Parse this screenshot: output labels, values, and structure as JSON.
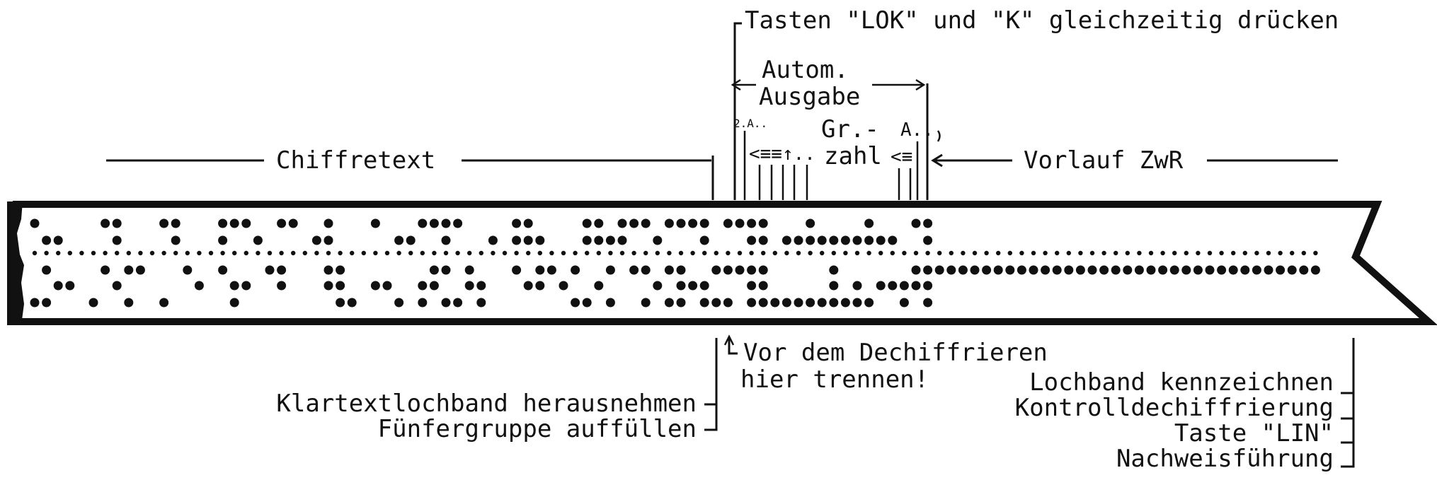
{
  "labels": {
    "press_keys": "Tasten \"LOK\" und \"K\" gleichzeitig drücken",
    "autom_line1": "Autom.",
    "autom_line2": "Ausgabe",
    "gr_line1": "Gr.-",
    "gr_line2": "zahl",
    "chiffretext": "Chiffretext",
    "vorlauf": "Vorlauf ZwR",
    "small_zwA": "2.A..",
    "small_seq": "<≡≡↑..",
    "small_A": "A..",
    "small_le": "<≡",
    "vor_dem_line1": "Vor dem Dechiffrieren",
    "vor_dem_line2": "hier trennen!",
    "klartext": "Klartextlochband herausnehmen",
    "fuenfer": "Fünfergruppe auffüllen",
    "lochband": "Lochband kennzeichnen",
    "kontroll": "Kontrolldechiffrierung",
    "taste_lin": "Taste \"LIN\"",
    "nachweis": "Nachweisführung"
  },
  "tape": {
    "data_columns": [
      [
        0,
        4
      ],
      [
        1,
        2,
        4
      ],
      [
        1,
        3
      ],
      [
        3
      ],
      [],
      [
        4
      ],
      [
        0,
        2
      ],
      [
        0,
        1,
        3
      ],
      [
        2,
        4
      ],
      [
        2
      ],
      [],
      [
        0,
        4
      ],
      [
        0,
        1
      ],
      [
        2
      ],
      [
        3
      ],
      [],
      [
        0,
        1,
        2
      ],
      [
        0,
        3,
        4
      ],
      [
        0,
        3
      ],
      [
        1
      ],
      [
        2
      ],
      [
        0,
        2,
        3
      ],
      [
        0
      ],
      [],
      [
        1
      ],
      [
        0,
        1,
        2,
        3
      ],
      [
        2,
        3,
        4
      ],
      [
        4
      ],
      [],
      [
        0,
        3
      ],
      [
        3
      ],
      [
        1,
        4
      ],
      [
        1
      ],
      [
        0,
        3,
        4
      ],
      [
        0,
        2,
        3
      ],
      [
        0,
        1,
        2,
        4
      ],
      [
        0,
        4
      ],
      [
        2,
        3
      ],
      [
        3,
        4
      ],
      [
        1
      ],
      [],
      [
        0,
        1,
        2
      ],
      [
        0,
        1,
        3
      ],
      [
        1,
        2,
        3
      ],
      [
        2
      ],
      [
        3
      ],
      [
        2,
        4
      ],
      [
        0,
        1,
        4
      ],
      [
        0,
        1,
        3
      ],
      [
        1,
        2,
        4
      ],
      [
        0,
        1
      ],
      [
        0,
        2
      ],
      [
        0,
        2,
        4
      ],
      [
        1,
        3
      ],
      [
        0,
        2,
        4
      ],
      [
        0,
        2,
        3,
        4
      ],
      [
        0,
        3
      ],
      [
        0,
        1,
        3,
        4
      ],
      [
        2,
        4
      ],
      [
        0,
        2,
        4
      ],
      [
        0,
        2
      ],
      [
        0,
        1,
        2,
        3,
        4
      ],
      [
        0,
        1,
        2,
        3,
        4
      ],
      [
        4
      ],
      [
        1,
        4
      ],
      [
        1,
        4
      ],
      [
        0,
        1,
        4
      ],
      [
        1,
        4
      ],
      [
        1,
        2,
        3,
        4
      ],
      [
        1,
        4
      ],
      [
        1,
        3,
        4
      ],
      [
        0,
        1,
        4
      ],
      [
        1,
        3
      ],
      [
        1,
        3
      ],
      [
        3,
        4
      ],
      [
        0,
        2,
        3
      ],
      [
        0,
        1,
        2,
        3,
        4
      ]
    ],
    "leader_count": 33
  }
}
